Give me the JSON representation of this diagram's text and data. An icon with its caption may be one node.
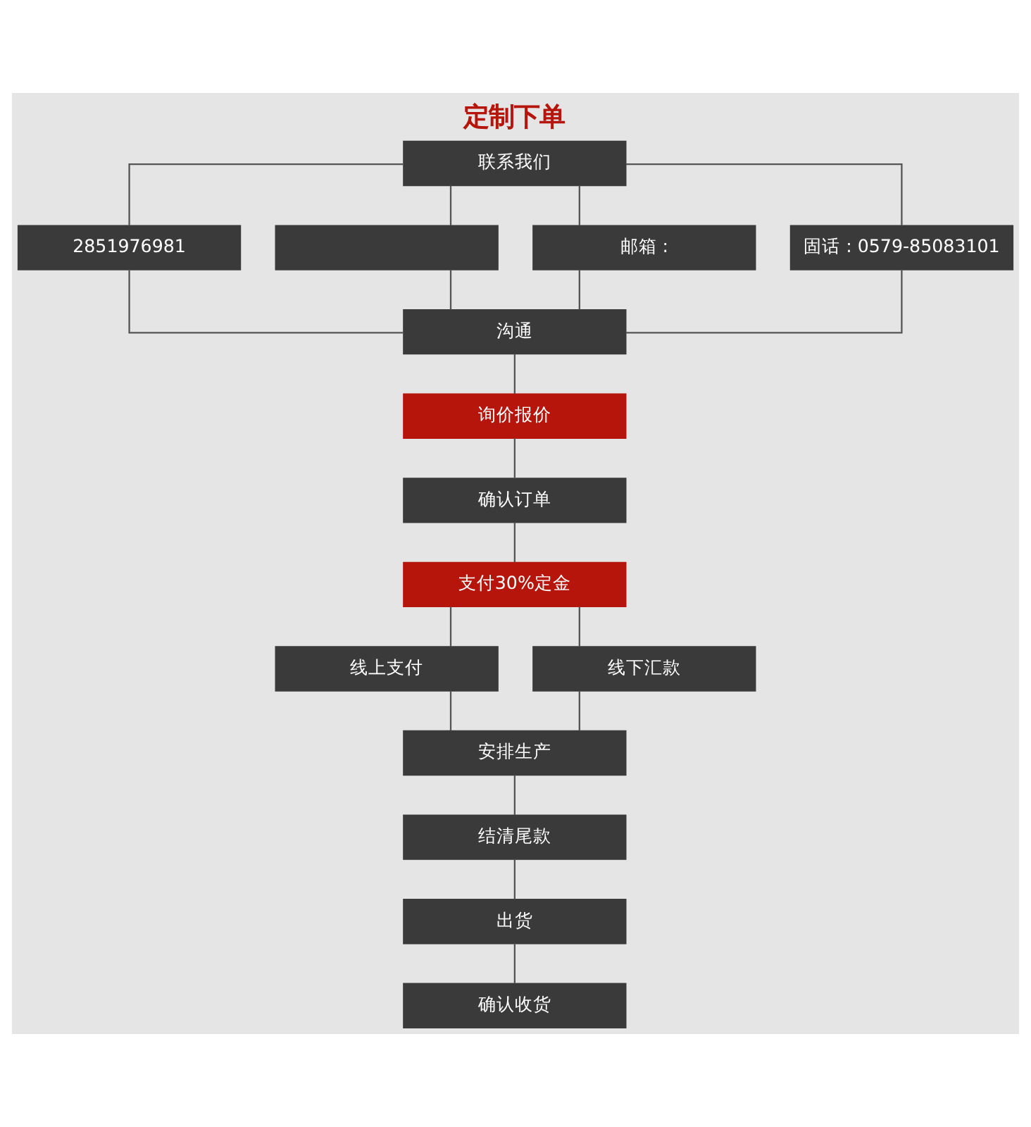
{
  "diagram": {
    "title": "定制下单",
    "nodes": [
      {
        "text": [
          "联系我们"
        ]
      },
      {
        "text": [
          "2851976981"
        ]
      },
      {
        "text": [],
        "shape": "box"
      },
      {
        "text": [
          "邮箱 :"
        ]
      },
      {
        "text": [
          "固话 : 0579-85083101"
        ]
      },
      {
        "text": [
          "沟通"
        ]
      },
      {
        "text": [
          "询价报价"
        ]
      },
      {
        "text": [
          "确认订单"
        ]
      },
      {
        "text": [
          "支付30%定金"
        ]
      },
      {
        "text": [
          "线上支付"
        ]
      },
      {
        "text": [
          "线下汇款"
        ]
      },
      {
        "text": [
          "安排生产"
        ]
      },
      {
        "text": [
          "结清尾款"
        ]
      },
      {
        "text": [
          "出货"
        ]
      },
      {
        "text": [
          "确认收货"
        ]
      }
    ],
    "edges": [
      {
        "from": 0,
        "to": 1,
        "arrow": "none"
      },
      {
        "from": 0,
        "to": 2,
        "arrow": "none"
      },
      {
        "from": 0,
        "to": 3,
        "arrow": "none"
      },
      {
        "from": 0,
        "to": 4,
        "arrow": "none"
      },
      {
        "from": 1,
        "to": 5,
        "arrow": "none"
      },
      {
        "from": 2,
        "to": 5,
        "arrow": "none"
      },
      {
        "from": 3,
        "to": 5,
        "arrow": "none"
      },
      {
        "from": 4,
        "to": 5,
        "arrow": "none"
      },
      {
        "from": 5,
        "to": 6,
        "arrow": "none"
      },
      {
        "from": 6,
        "to": 7,
        "arrow": "none"
      },
      {
        "from": 7,
        "to": 8,
        "arrow": "none"
      },
      {
        "from": 8,
        "to": 9,
        "arrow": "none"
      },
      {
        "from": 8,
        "to": 10,
        "arrow": "none"
      },
      {
        "from": 9,
        "to": 11,
        "arrow": "none"
      },
      {
        "from": 10,
        "to": 11,
        "arrow": "none"
      },
      {
        "from": 11,
        "to": 12,
        "arrow": "none"
      },
      {
        "from": 12,
        "to": 13,
        "arrow": "none"
      },
      {
        "from": 13,
        "to": 14,
        "arrow": "none"
      }
    ]
  }
}
